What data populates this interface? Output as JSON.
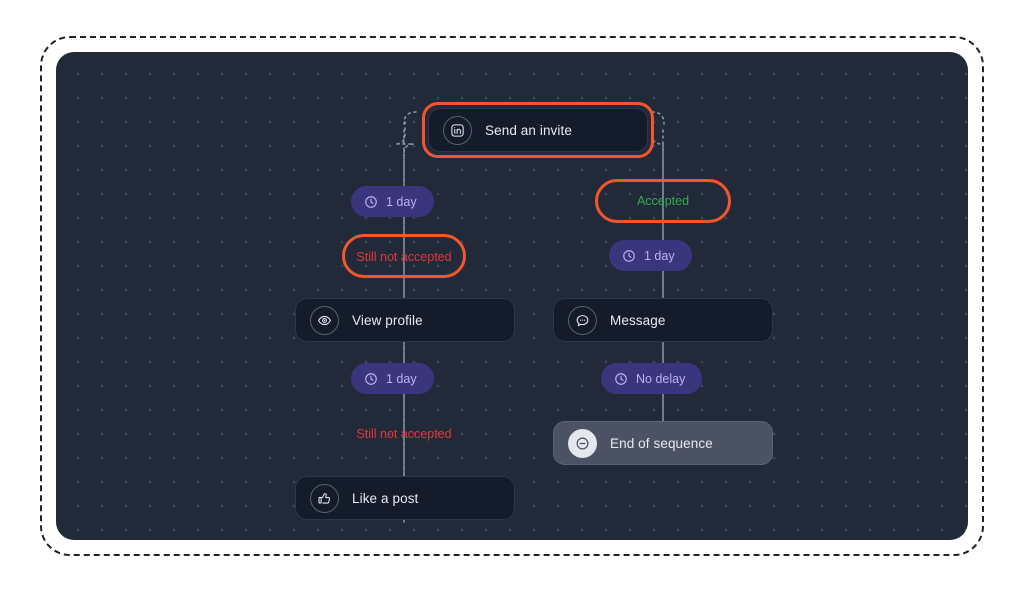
{
  "canvas": {
    "name": "sequence-flow-canvas",
    "background_color": "#222a3a",
    "dot_color": "#3a4357",
    "frame_style": "dashed",
    "frame_color": "#1d2430"
  },
  "colors": {
    "highlight_ring": "#f2562a",
    "node_bg": "#141b2b",
    "node_border": "#2c3648",
    "delay_pill_bg": "#3b357e",
    "delay_pill_text": "#b9b2f7",
    "accepted_text": "#2fae4e",
    "rejected_text": "#e0383a",
    "end_node_bg": "#4a5263",
    "node_label": "#e8eaf0",
    "connector": "#8a93a6"
  },
  "nodes": [
    {
      "id": "send-invite",
      "label": "Send an invite",
      "icon": "linkedin-icon",
      "highlighted": true
    },
    {
      "id": "view-profile",
      "label": "View profile",
      "icon": "eye-icon",
      "highlighted": false
    },
    {
      "id": "message",
      "label": "Message",
      "icon": "chat-bubble-icon",
      "highlighted": false
    },
    {
      "id": "end-of-sequence",
      "label": "End of sequence",
      "icon": "minus-circle-icon",
      "highlighted": false
    },
    {
      "id": "like-a-post",
      "label": "Like a post",
      "icon": "thumbs-up-icon",
      "highlighted": false
    }
  ],
  "delays": [
    {
      "id": "delay-left-1",
      "label": "1 day",
      "icon": "clock-icon"
    },
    {
      "id": "delay-right-1",
      "label": "1 day",
      "icon": "clock-icon"
    },
    {
      "id": "delay-left-2",
      "label": "1 day",
      "icon": "clock-icon"
    },
    {
      "id": "delay-right-2",
      "label": "No delay",
      "icon": "clock-icon"
    }
  ],
  "conditions": [
    {
      "id": "cond-accepted",
      "label": "Accepted",
      "state": "accepted",
      "highlighted": true
    },
    {
      "id": "cond-not-accepted",
      "label": "Still not accepted",
      "state": "rejected",
      "highlighted": true
    },
    {
      "id": "cond-not-accepted-2",
      "label": "Still not accepted",
      "state": "rejected",
      "highlighted": false
    }
  ]
}
